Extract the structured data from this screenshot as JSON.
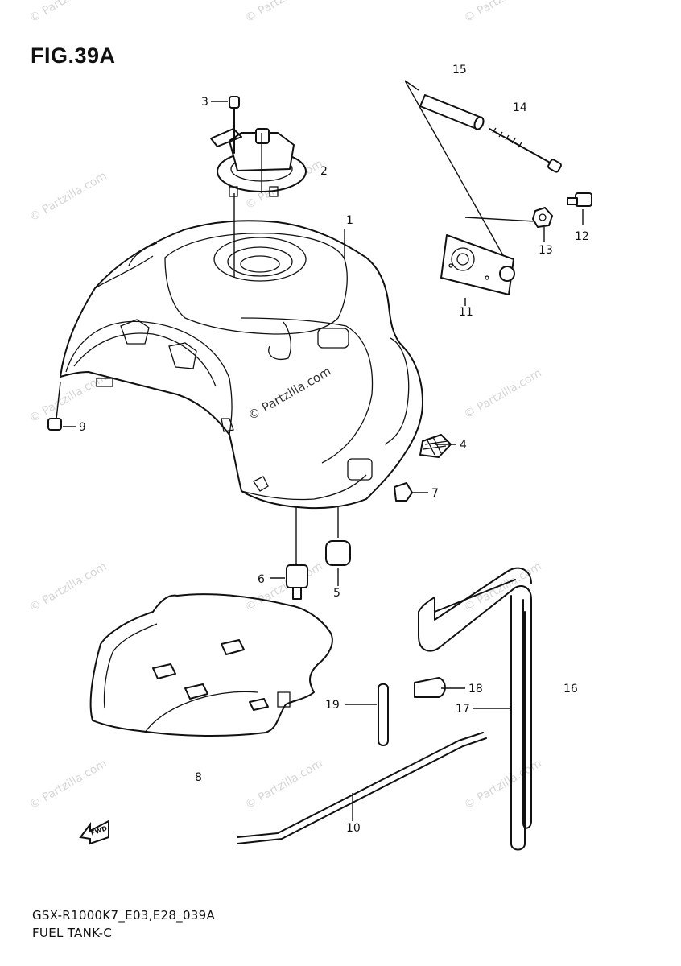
{
  "figure": {
    "title": "FIG.39A",
    "code": "GSX-R1000K7_E03,E28_039A",
    "name": "FUEL TANK-C"
  },
  "watermark": {
    "text": "© Partzilla.com"
  },
  "callouts": [
    "1",
    "2",
    "3",
    "4",
    "5",
    "6",
    "7",
    "8",
    "9",
    "10",
    "11",
    "12",
    "13",
    "14",
    "15",
    "16",
    "17",
    "18",
    "19"
  ],
  "front_marker": {
    "label": "FWD",
    "icon": "front-arrow-icon"
  }
}
